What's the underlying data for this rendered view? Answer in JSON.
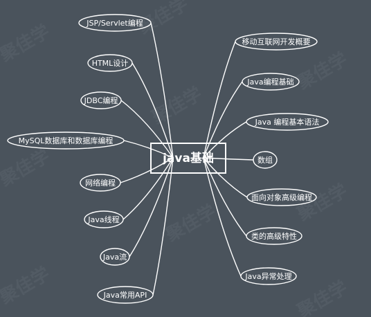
{
  "diagram": {
    "center": {
      "label": "java基础"
    },
    "left_nodes": [
      {
        "label": "JSP/Servlet编程"
      },
      {
        "label": "HTML设计"
      },
      {
        "label": "JDBC编程"
      },
      {
        "label": "MySQL数据库和数据库编程"
      },
      {
        "label": "网络编程"
      },
      {
        "label": "Java线程"
      },
      {
        "label": "Java流"
      },
      {
        "label": "Java常用API"
      }
    ],
    "right_nodes": [
      {
        "label": "移动互联网开发概要"
      },
      {
        "label": "Java编程基础"
      },
      {
        "label": "Java 编程基本语法"
      },
      {
        "label": "数组"
      },
      {
        "label": "面向对象高级编程"
      },
      {
        "label": "类的高级特性"
      },
      {
        "label": "Java异常处理"
      }
    ]
  },
  "watermark": {
    "text": "聚佳学"
  },
  "colors": {
    "background": "#4a535c",
    "stroke": "#ffffff",
    "text": "#ffffff",
    "watermark": "#5a636b"
  }
}
